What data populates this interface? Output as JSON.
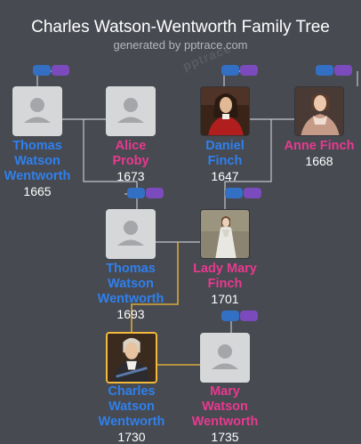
{
  "title": "Charles Watson-Wentworth Family Tree",
  "subtitle": "generated by pptrace.com",
  "watermark": "pptrace",
  "colors": {
    "male": "#2f80ed",
    "female": "#e8398f",
    "line": "#c4c6cb",
    "highlight": "#f2b93b",
    "button_blue": "#3370c4",
    "button_purple": "#7b4bbd",
    "background": "#474a51"
  },
  "people": [
    {
      "id": "thomas-watson-wentworth-1665",
      "name_lines": [
        "Thomas",
        "Watson",
        "Wentworth"
      ],
      "year": "1665",
      "gender": "male",
      "portrait": "placeholder-person-icon"
    },
    {
      "id": "alice-proby",
      "name_lines": [
        "Alice",
        "Proby"
      ],
      "year": "1673",
      "gender": "female",
      "portrait": "placeholder-person-icon"
    },
    {
      "id": "daniel-finch",
      "name_lines": [
        "Daniel",
        "Finch"
      ],
      "year": "1647",
      "gender": "male",
      "portrait": "portrait-painting-man-red-robe"
    },
    {
      "id": "anne-finch",
      "name_lines": [
        "Anne Finch"
      ],
      "year": "1668",
      "gender": "female",
      "portrait": "portrait-painting-woman"
    },
    {
      "id": "thomas-watson-wentworth-1693",
      "name_lines": [
        "Thomas",
        "Watson",
        "Wentworth"
      ],
      "year": "1693",
      "gender": "male",
      "portrait": "placeholder-person-icon"
    },
    {
      "id": "lady-mary-finch",
      "name_lines": [
        "Lady Mary",
        "Finch"
      ],
      "year": "1701",
      "gender": "female",
      "portrait": "portrait-painting-woman-white-dress"
    },
    {
      "id": "charles-watson-wentworth",
      "name_lines": [
        "Charles",
        "Watson",
        "Wentworth"
      ],
      "year": "1730",
      "gender": "male",
      "portrait": "portrait-painting-man",
      "selected": true
    },
    {
      "id": "mary-watson-wentworth",
      "name_lines": [
        "Mary",
        "Watson",
        "Wentworth"
      ],
      "year": "1735",
      "gender": "female",
      "portrait": "placeholder-person-icon"
    }
  ]
}
